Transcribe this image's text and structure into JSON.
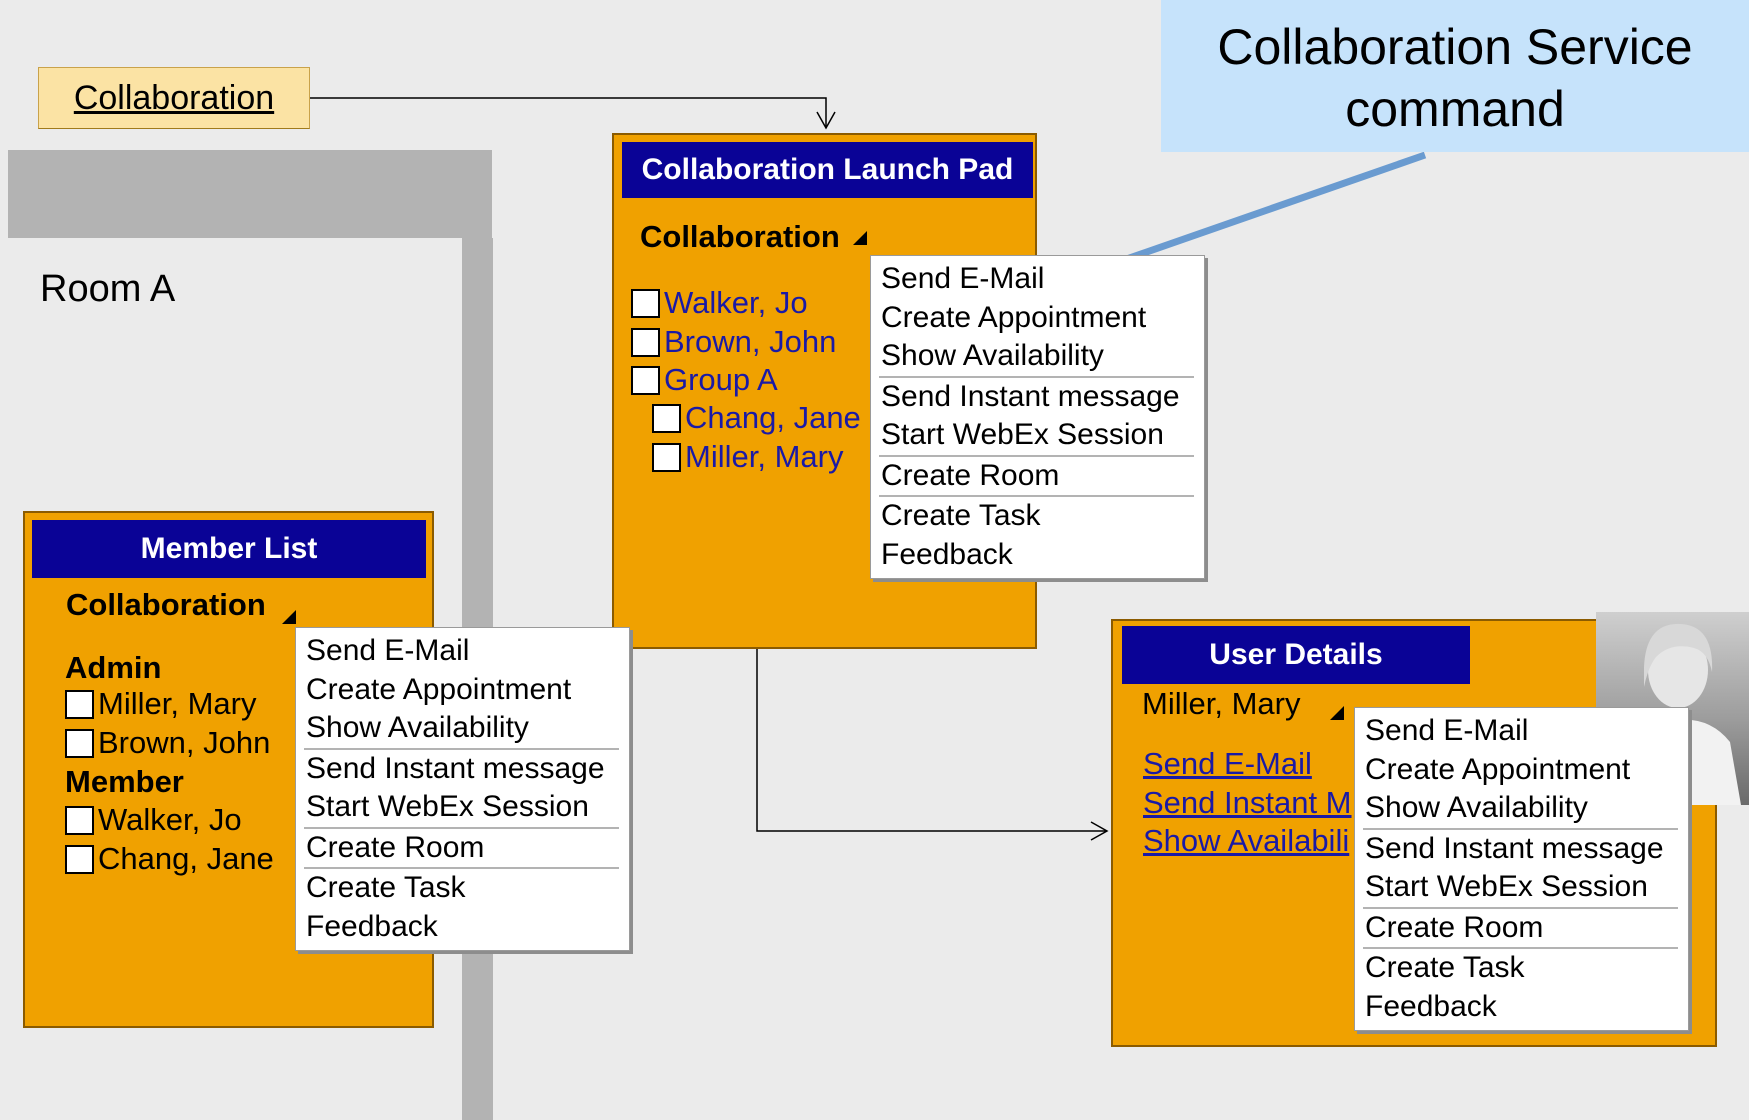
{
  "top_link": {
    "label": "Collaboration"
  },
  "callout": {
    "line1": "Collaboration Service",
    "line2": "command"
  },
  "room": {
    "title": "Room A"
  },
  "launch_pad": {
    "title": "Collaboration Launch Pad",
    "menu_label": "Collaboration",
    "items": [
      {
        "label": "Walker, Jo"
      },
      {
        "label": "Brown, John"
      },
      {
        "label": "Group A"
      },
      {
        "label": "Chang, Jane"
      },
      {
        "label": "Miller, Mary"
      }
    ]
  },
  "member_list": {
    "title": "Member List",
    "menu_label": "Collaboration",
    "group_admin": "Admin",
    "admins": [
      {
        "label": "Miller, Mary"
      },
      {
        "label": "Brown, John"
      }
    ],
    "group_member": "Member",
    "members": [
      {
        "label": "Walker, Jo"
      },
      {
        "label": "Chang, Jane"
      }
    ]
  },
  "user_details": {
    "title": "User Details",
    "name": "Miller, Mary",
    "links": [
      "Send E-Mail",
      "Send Instant M",
      "Show Availabili"
    ]
  },
  "context_menu": {
    "items": [
      "Send E-Mail",
      "Create Appointment",
      "Show Availability",
      "Send Instant message",
      "Start WebEx Session",
      "Create Room",
      "Create Task",
      "Feedback"
    ]
  },
  "colors": {
    "panel": "#f0a100",
    "title_bar": "#0a0396",
    "callout": "#c6e3fb",
    "arrow": "#6a9bd0",
    "link": "#1a1aa6"
  },
  "icons": [
    "checkbox-icon",
    "dropdown-triangle-icon",
    "user-photo"
  ]
}
